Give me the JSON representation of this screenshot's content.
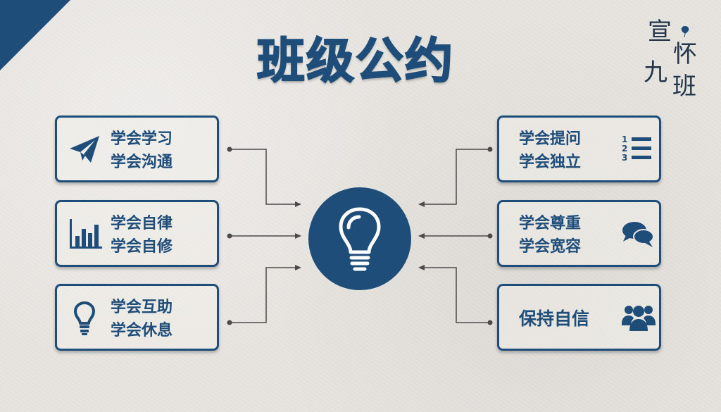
{
  "title": "班级公约",
  "brand": {
    "chars": [
      "宣",
      "怀",
      "九",
      "班"
    ]
  },
  "left_boxes": [
    {
      "lines": [
        "学会学习",
        "学会沟通"
      ],
      "icon": "paper-plane-icon"
    },
    {
      "lines": [
        "学会自律",
        "学会自修"
      ],
      "icon": "bar-chart-icon"
    },
    {
      "lines": [
        "学会互助",
        "学会休息"
      ],
      "icon": "lightbulb-icon"
    }
  ],
  "right_boxes": [
    {
      "lines": [
        "学会提问",
        "学会独立"
      ],
      "icon": "numbered-list-icon"
    },
    {
      "lines": [
        "学会尊重",
        "学会宽容"
      ],
      "icon": "chat-bubbles-icon"
    },
    {
      "lines": [
        "保持自信"
      ],
      "icon": "group-icon"
    }
  ],
  "center": {
    "icon": "lightbulb-icon"
  },
  "colors": {
    "accent": "#1f4d7a",
    "background": "#e7e4df",
    "connector": "#4a4a4a"
  }
}
